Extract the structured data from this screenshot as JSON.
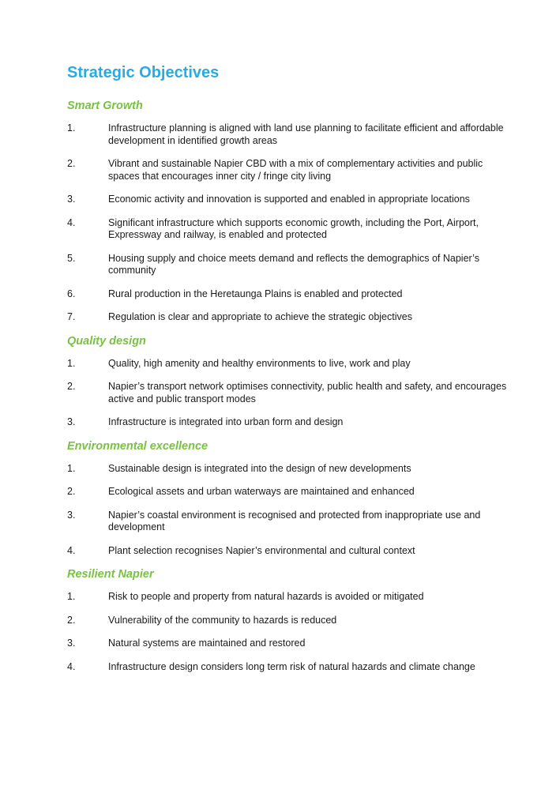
{
  "title": "Strategic Objectives",
  "sections": [
    {
      "heading": "Smart Growth",
      "items": [
        {
          "num": "1.",
          "text": "Infrastructure planning is aligned with land use planning to facilitate efficient and affordable development in identified growth areas"
        },
        {
          "num": "2.",
          "text": "Vibrant and sustainable Napier CBD with a mix of complementary activities and public spaces that encourages inner city / fringe city living"
        },
        {
          "num": "3.",
          "text": "Economic activity and innovation is supported and enabled in appropriate locations"
        },
        {
          "num": "4.",
          "text": "Significant infrastructure which supports economic growth, including the Port, Airport, Expressway and railway, is enabled and protected"
        },
        {
          "num": "5.",
          "text": "Housing supply and choice meets demand and reflects the demographics of Napier’s community"
        },
        {
          "num": "6.",
          "text": "Rural production in the Heretaunga Plains is enabled and protected"
        },
        {
          "num": "7.",
          "text": "Regulation is clear and appropriate to achieve the strategic objectives"
        }
      ]
    },
    {
      "heading": "Quality design",
      "items": [
        {
          "num": "1.",
          "text": "Quality, high amenity and healthy environments to live, work and play"
        },
        {
          "num": "2.",
          "text": "Napier’s transport network optimises connectivity, public health and safety, and encourages active and public transport modes"
        },
        {
          "num": "3.",
          "text": "Infrastructure is integrated into urban form and design"
        }
      ]
    },
    {
      "heading": "Environmental excellence",
      "items": [
        {
          "num": "1.",
          "text": "Sustainable design is integrated into the design of new developments"
        },
        {
          "num": "2.",
          "text": "Ecological assets and urban waterways are maintained and enhanced"
        },
        {
          "num": "3.",
          "text": "Napier’s coastal environment is recognised and protected from inappropriate use and development"
        },
        {
          "num": "4.",
          "text": "Plant selection recognises Napier’s environmental and cultural context"
        }
      ]
    },
    {
      "heading": "Resilient Napier",
      "items": [
        {
          "num": "1.",
          "text": "Risk to people and property from natural hazards is avoided or mitigated"
        },
        {
          "num": "2.",
          "text": "Vulnerability of the community to hazards is reduced"
        },
        {
          "num": "3.",
          "text": "Natural systems are maintained and restored"
        },
        {
          "num": "4.",
          "text": "Infrastructure design considers long term risk of natural hazards and climate change"
        }
      ]
    }
  ],
  "colors": {
    "title": "#29abe2",
    "heading": "#7ac143",
    "text": "#1a1a1a"
  }
}
